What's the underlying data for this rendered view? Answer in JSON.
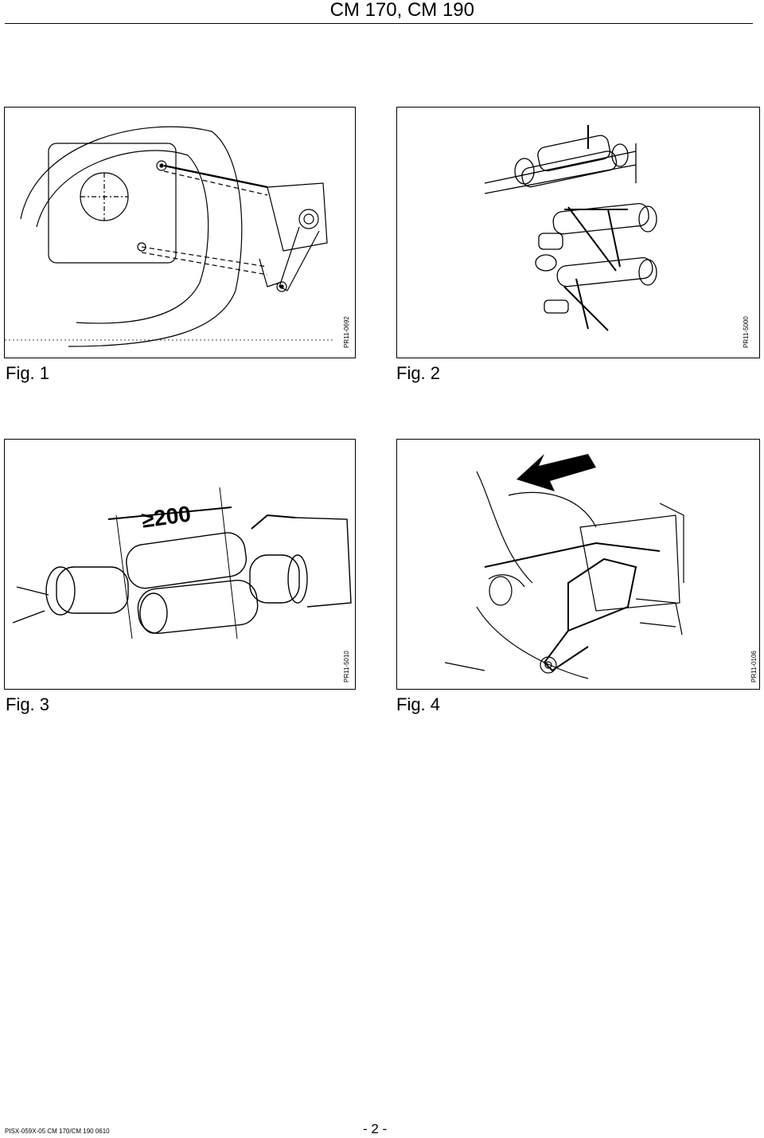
{
  "header": {
    "title": "CM 170, CM 190"
  },
  "figures": [
    {
      "caption": "Fig. 1",
      "code": "PR11-0692"
    },
    {
      "caption": "Fig. 2",
      "code": "PR11-5000"
    },
    {
      "caption": "Fig. 3",
      "code": "PR11-5010",
      "dimension_label": "≥200"
    },
    {
      "caption": "Fig. 4",
      "code": "PR11-0106"
    }
  ],
  "footer": {
    "doc_code": "PISX-059X-05 CM 170/CM 190  0610",
    "page_number": "- 2 -"
  }
}
